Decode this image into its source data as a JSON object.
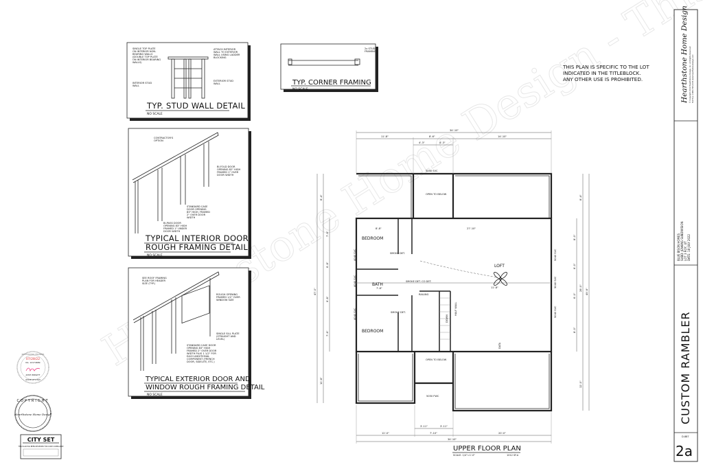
{
  "watermark": "Hearthstone Home Design - This plan to be built only once",
  "details": {
    "stud_wall": {
      "title": "TYP. STUD WALL DETAIL",
      "scale": "NO SCALE",
      "notes": [
        "SINGLE TOP PLATE",
        "ON INTERIOR NON-",
        "BEARING WALLS",
        "(DOUBLE TOP PLATE",
        "ON INTERIOR BEARING",
        "WALLS)"
      ],
      "note_right": [
        "ATTACH INTERIOR",
        "WALL TO EXTERIOR",
        "WALL USING LADDER",
        "BLOCKING"
      ],
      "note_interior": [
        "INTERIOR STUD",
        "WALL"
      ],
      "note_exterior": [
        "EXTERIOR STUD",
        "WALL"
      ]
    },
    "corner": {
      "title": "TYP. CORNER FRAMING",
      "scale": "NO SCALE",
      "note": [
        "2x STUD",
        "FRAMING"
      ]
    },
    "interior_door": {
      "title_line1": "TYPICAL INTERIOR DOOR",
      "title_line2": "ROUGH FRAMING DETAIL",
      "scale": "NO SCALE",
      "note_contractor": [
        "CONTRACTOR'S",
        "OPTION"
      ],
      "note_bifold": [
        "BI-FOLD DOOR",
        "OPENING 82\" HIGH",
        "FRAMED 1\" OVER",
        "DOOR WIDTH"
      ],
      "note_case": [
        "STANDARD CASE",
        "DOOR OPENING",
        "83\" HIGH, FRAMED",
        "2\" OVER DOOR",
        "WIDTH"
      ],
      "note_bipass": [
        "BI-PASS DOOR",
        "OPENING 83\" HIGH",
        "FRAMED 1\" UNDER",
        "DOOR WIDTH"
      ]
    },
    "exterior_door": {
      "title_line1": "TYPICAL EXTERIOR DOOR AND",
      "title_line2": "WINDOW ROUGH FRAMING DETAIL",
      "scale": "NO SCALE",
      "note_roof": [
        "SEE ROOF FRAMING",
        "PLAN FOR HEADER",
        "SIZE (TYP.)"
      ],
      "note_rough": [
        "ROUGH OPENING",
        "FRAMED 1/2\" OVER",
        "WINDOW SIZE"
      ],
      "note_sill": [
        "SINGLE SILL PLATE",
        "(STRAIGHT AND",
        "LEVEL)"
      ],
      "note_case": [
        "STANDARD CASE DOOR",
        "OPENING 83\" HIGH",
        "FRAMED 2\" OVER DOOR",
        "WIDTH PLUS 1 1/2\" FOR",
        "EACH ADDITIONAL",
        "COMPONENT (FRENCH",
        "DOOR, SIDELITE, ETC.)"
      ]
    }
  },
  "notice": [
    "THIS PLAN IS SPECIFIC TO THE LOT",
    "INDICATED IN THE TITLEBLOCK.",
    "ANY OTHER USE IS PROHIBITED."
  ],
  "titleblock": {
    "company": "Hearthstone Home Design",
    "copyright": "© Copyright 2022 Hearthstone Design, Inc. All Rights Reserved",
    "contact": "Toll Free 1-866-795-0005   www.hearthstonedesign.com",
    "project_lines": [
      "BLUE BISON HOMES",
      "SUBD: JENKINS SUBDIVISION",
      "LOT 3 ROY, UT",
      "DATE: 18 JULY 2022"
    ],
    "plan_name": "CUSTOM RAMBLER",
    "sheet_label": "D-887",
    "sheet_number": "2a"
  },
  "seals": {
    "engineer": {
      "date": "07/28/22",
      "number": "No. 12174689",
      "name": "JOSH WRIGHT",
      "state": "STATE OF UTAH",
      "header": "PROFESSIONAL ENGINEER"
    },
    "copyright": {
      "ring": "COPYRIGHT",
      "brand": "Hearthstone Home Design"
    },
    "city_set": {
      "label": "CITY SET",
      "fine_print": "THIS PLAN HAS BEEN REVIEWED FOR CODE COMPLIANCE"
    }
  },
  "floor_plan": {
    "title": "UPPER FLOOR PLAN",
    "scale": "SCALE: 1/4\"=1'-0\"",
    "area": "1012 SF.A",
    "rooms": {
      "bedroom1": "BEDROOM",
      "bedroom2": "BEDROOM",
      "bath": "BATH",
      "loft": "LOFT",
      "open_top": "OPEN TO BELOW",
      "open_bottom": "OPEN TO BELOW"
    },
    "labels": {
      "window_top": "5040 SVC",
      "window_bottom": "5050 FWC",
      "smoke1": "SMOKE DET.",
      "smoke2": "SMOKE DET.",
      "smoke_co": "SMOKE DET. CO DET.",
      "railing": "RAILING",
      "half_wall": "HALF WALL",
      "down": "DOWN",
      "data": "DATA",
      "win_left1": "4040 SVC",
      "win_left2": "4040 SVC",
      "win_left3": "4040 SVC",
      "win_right1": "5040 SVC",
      "win_right2": "5040 SVC",
      "win_right3": "5040 SVC",
      "loft_dim": "11'-8\"",
      "loft_width": "27'-10\"",
      "bath_dim": "7'-8\"",
      "bed_dim": "8'-8\""
    },
    "dims_top": {
      "overall": "34'-10\"",
      "left": "11'-8\"",
      "mid": "8'-6\"",
      "right": "14'-10\"",
      "sub1": "4'-3\"",
      "sub2": "4'-3\""
    },
    "dims_bottom": {
      "overall": "34'-10\"",
      "left": "12'-0\"",
      "mid": "7'-10\"",
      "right": "20'-0\"",
      "sub1": "3'-11\"",
      "sub2": "3'-11\""
    },
    "dims_left": {
      "overall": "47'-0\"",
      "top": "8'-4\"",
      "a": "7'-6\"",
      "b": "6'-8\"",
      "c": "6'-8\"",
      "d": "7'-6\"",
      "bottom": "10'-8\""
    },
    "dims_right": {
      "overall": "49'-6\"",
      "top": "8'-4\"",
      "mid": "28'-0\"",
      "a": "8'-0\"",
      "b": "6'-0\"",
      "c": "6'-0\"",
      "d": "8'-0\"",
      "bottom": "12'-0\""
    }
  }
}
